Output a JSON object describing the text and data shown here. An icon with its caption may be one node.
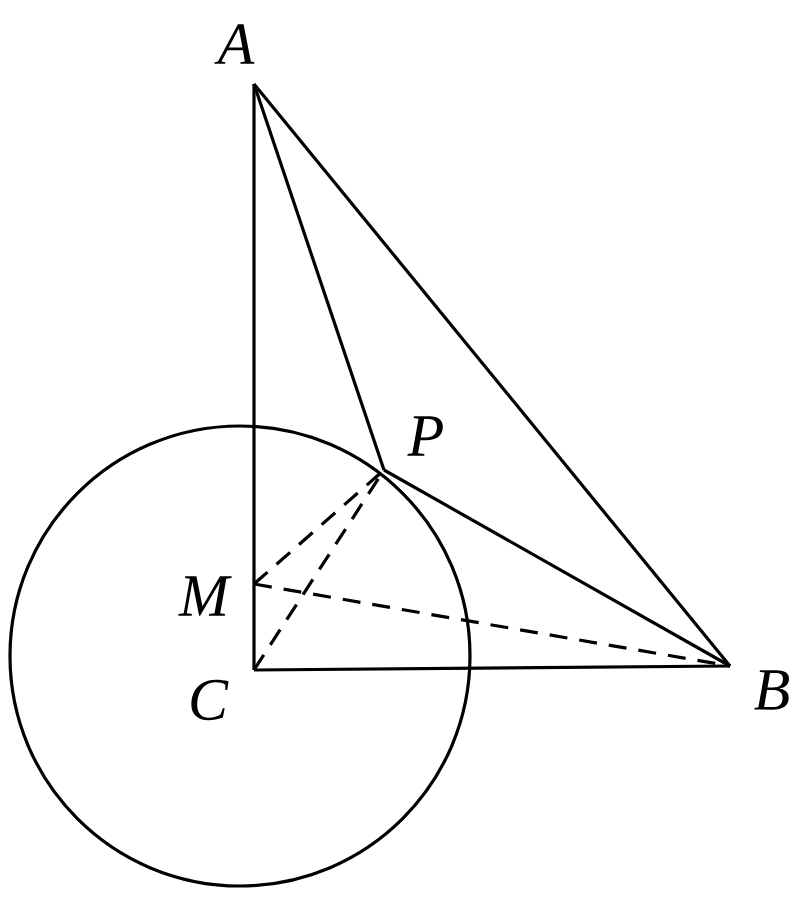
{
  "diagram": {
    "nodes": [
      {
        "text": [
          "A"
        ]
      },
      {
        "text": [
          "P"
        ]
      },
      {
        "text": [
          "M"
        ]
      },
      {
        "text": [
          "C"
        ]
      },
      {
        "text": [
          "B"
        ]
      }
    ],
    "edges": [
      {
        "from": 0,
        "to": 3,
        "arrow": "none"
      },
      {
        "from": 3,
        "to": 4,
        "arrow": "none"
      },
      {
        "from": 0,
        "to": 4,
        "arrow": "none"
      },
      {
        "from": 0,
        "to": 1,
        "arrow": "none"
      },
      {
        "from": 1,
        "to": 4,
        "arrow": "none"
      },
      {
        "from": 2,
        "to": 1,
        "arrow": "none",
        "style": "dashed"
      },
      {
        "from": 3,
        "to": 1,
        "arrow": "none",
        "style": "dashed"
      },
      {
        "from": 2,
        "to": 4,
        "arrow": "none",
        "style": "dashed"
      }
    ]
  }
}
